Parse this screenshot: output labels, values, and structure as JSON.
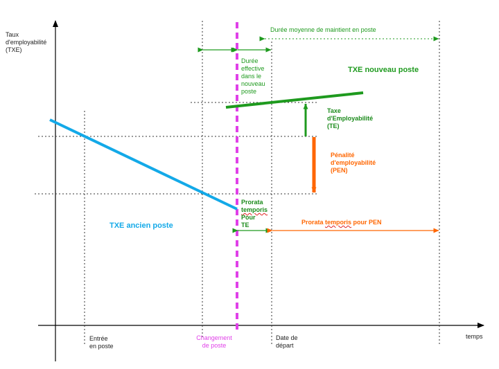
{
  "y_axis_label": "Taux\nd'employabilité\n(TXE)",
  "x_axis_label": "temps",
  "events": {
    "entree": "Entrée\nen poste",
    "changement": "Changement\nde poste",
    "depart": "Date de\ndépart"
  },
  "durations": {
    "moyenne": "Durée moyenne de maintient en poste",
    "effective": "Durée\neffective\ndans le\nnouveau\nposte"
  },
  "series": {
    "nouveau": "TXE nouveau poste",
    "ancien": "TXE ancien poste"
  },
  "annotations": {
    "te": "Taxe\nd'Employabilité\n(TE)",
    "pen": "Pénalité\nd'employabilité\n(PEN)",
    "prorata_te_1": "Prorata",
    "prorata_te_2": "temporis",
    "prorata_te_3": "Pour\nTE",
    "prorata_pen_1": "Prorata ",
    "prorata_pen_2": "temporis",
    "prorata_pen_3": " pour PEN"
  },
  "colors": {
    "axis": "#000000",
    "guide": "#333333",
    "ancien": "#13a9e8",
    "nouveau": "#1e9a1e",
    "pen": "#ff6600",
    "changement": "#e040e8"
  }
}
